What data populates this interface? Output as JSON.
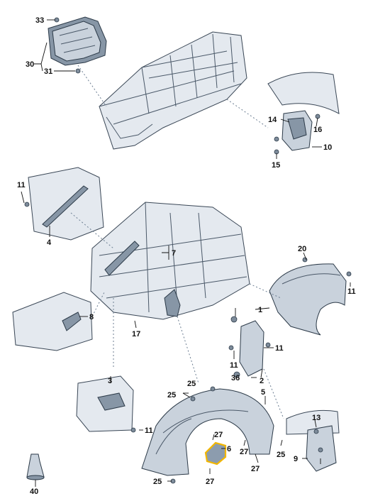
{
  "diagram": {
    "labels": {
      "p1": "1",
      "p2": "2",
      "p3": "3",
      "p4": "4",
      "p5": "5",
      "p6": "6",
      "p7": "7",
      "p8": "8",
      "p9": "9",
      "p10": "10",
      "p11": "11",
      "p13": "13",
      "p14": "14",
      "p15": "15",
      "p16": "16",
      "p17": "17",
      "p20": "20",
      "p25": "25",
      "p27": "27",
      "p30": "30",
      "p31": "31",
      "p33": "33",
      "p36": "36",
      "p40": "40"
    },
    "highlighted_part": "6",
    "highlight_color": "#f2b600",
    "colors": {
      "part_fill": "#c9d2dc",
      "outline": "#2c3a48",
      "dotted_leader": "#6c7e92"
    }
  }
}
